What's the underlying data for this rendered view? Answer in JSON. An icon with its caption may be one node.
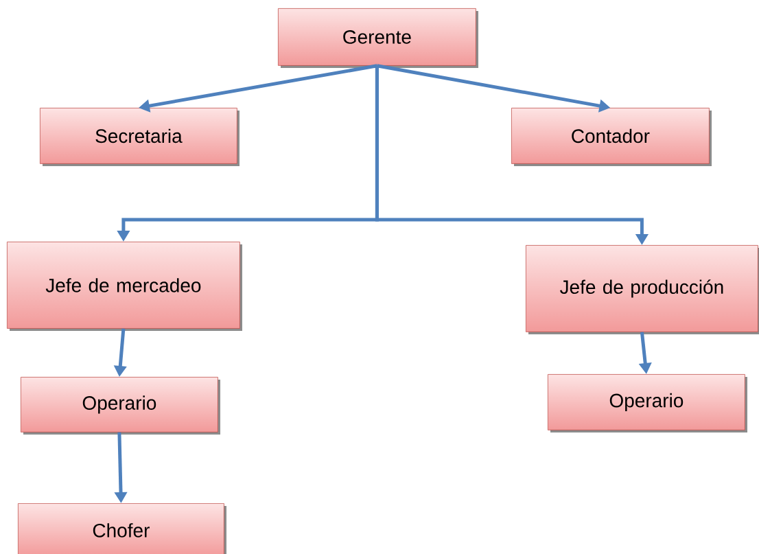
{
  "diagram": {
    "nodes": [
      {
        "text": [
          "Gerente"
        ]
      },
      {
        "text": [
          "Secretaria"
        ]
      },
      {
        "text": [
          "Contador"
        ]
      },
      {
        "text": [
          "Jefe de mercadeo"
        ]
      },
      {
        "text": [
          "Jefe de producción"
        ]
      },
      {
        "text": [
          "Operario"
        ]
      },
      {
        "text": [
          "Operario"
        ]
      },
      {
        "text": [
          "Chofer"
        ]
      }
    ],
    "edges": [
      {
        "from": 0,
        "to": 1,
        "arrow": "to"
      },
      {
        "from": 0,
        "to": 2,
        "arrow": "to"
      },
      {
        "from": 0,
        "to": 3,
        "arrow": "to"
      },
      {
        "from": 0,
        "to": 4,
        "arrow": "to"
      },
      {
        "from": 3,
        "to": 5,
        "arrow": "to"
      },
      {
        "from": 5,
        "to": 7,
        "arrow": "to"
      },
      {
        "from": 4,
        "to": 6,
        "arrow": "to"
      }
    ]
  }
}
